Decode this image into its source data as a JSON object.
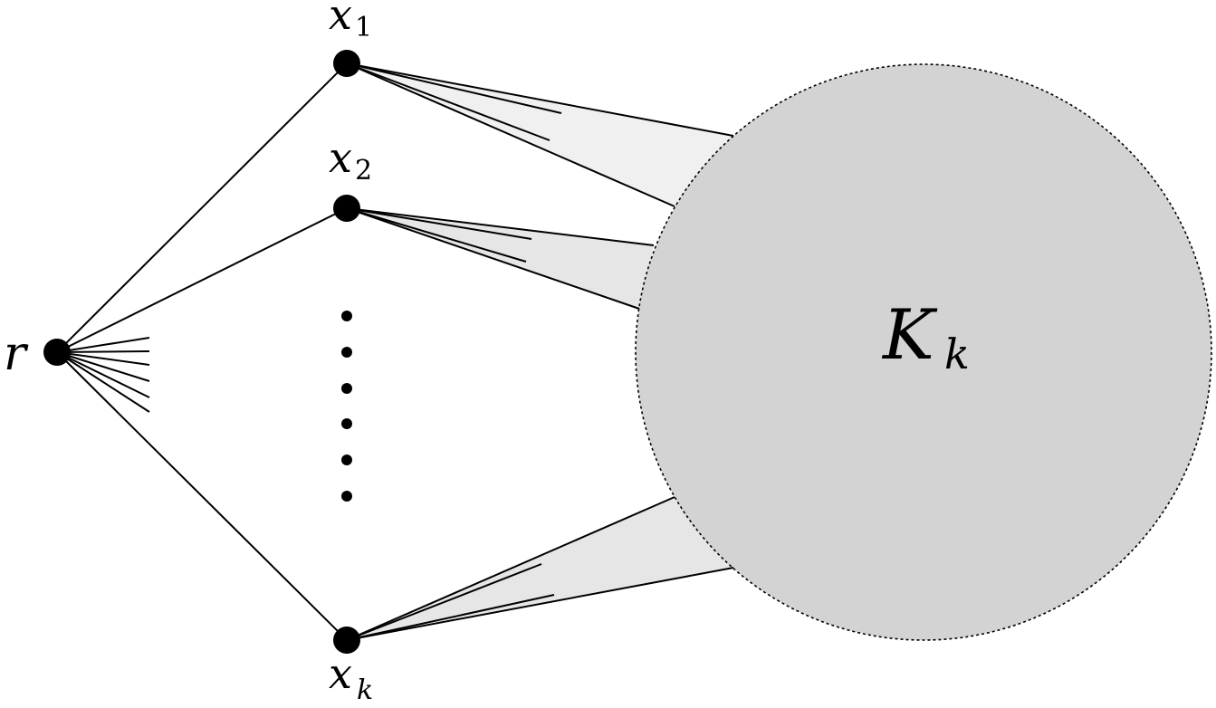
{
  "diagram": {
    "root_label": "r",
    "nodes": [
      {
        "base": "x",
        "sub": "1"
      },
      {
        "base": "x",
        "sub": "2"
      },
      {
        "base": "x",
        "sub": "k"
      }
    ],
    "clique": {
      "base": "K",
      "sub": "k"
    }
  },
  "colors": {
    "clique_fill": "#d3d3d3",
    "fan_fill_top": "#f0f0f0",
    "fan_fill": "#e6e6e6",
    "stroke": "#000000"
  }
}
